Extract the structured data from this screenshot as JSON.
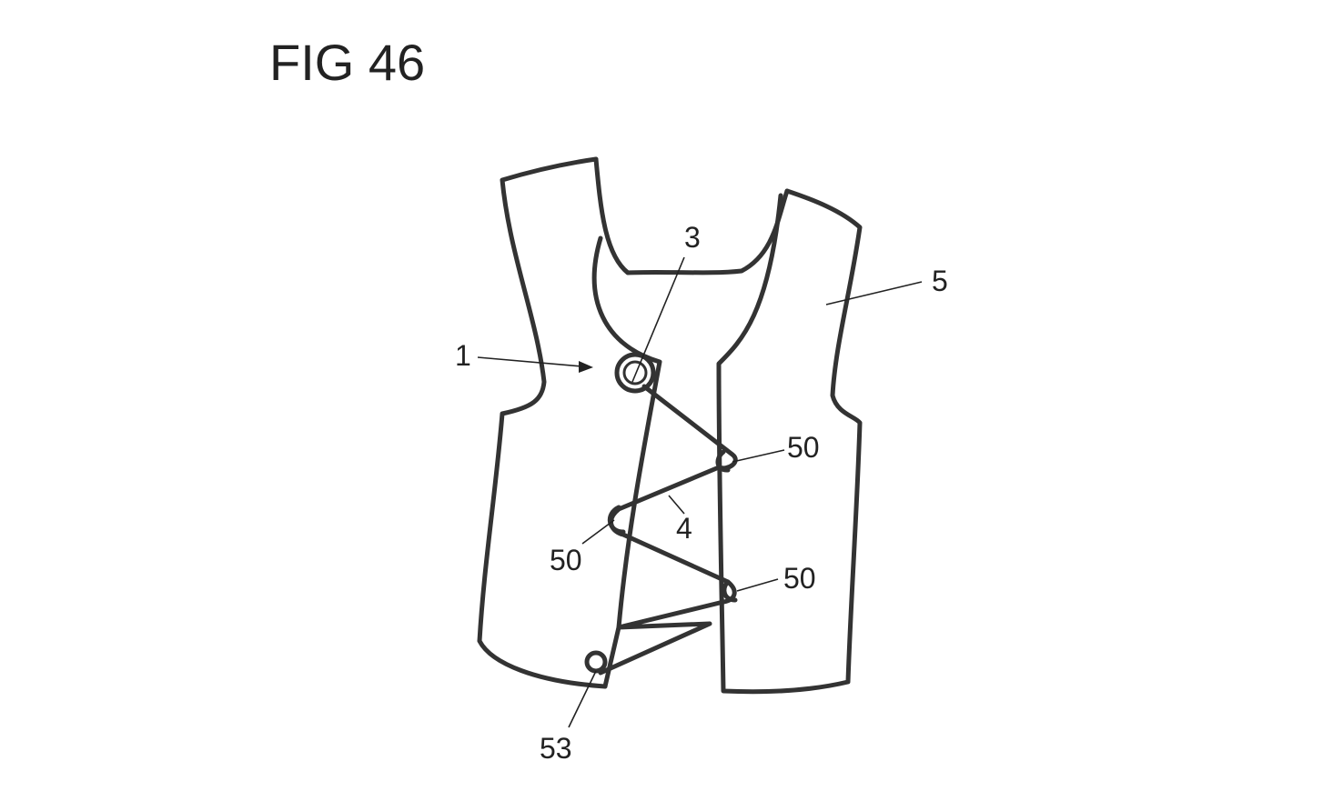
{
  "figure": {
    "title": "FIG 46"
  },
  "labels": {
    "vest": "1",
    "ring": "3",
    "lace": "4",
    "panel": "5",
    "eyelet_top_right": "50",
    "eyelet_left": "50",
    "eyelet_bottom_right": "50",
    "anchor": "53"
  }
}
